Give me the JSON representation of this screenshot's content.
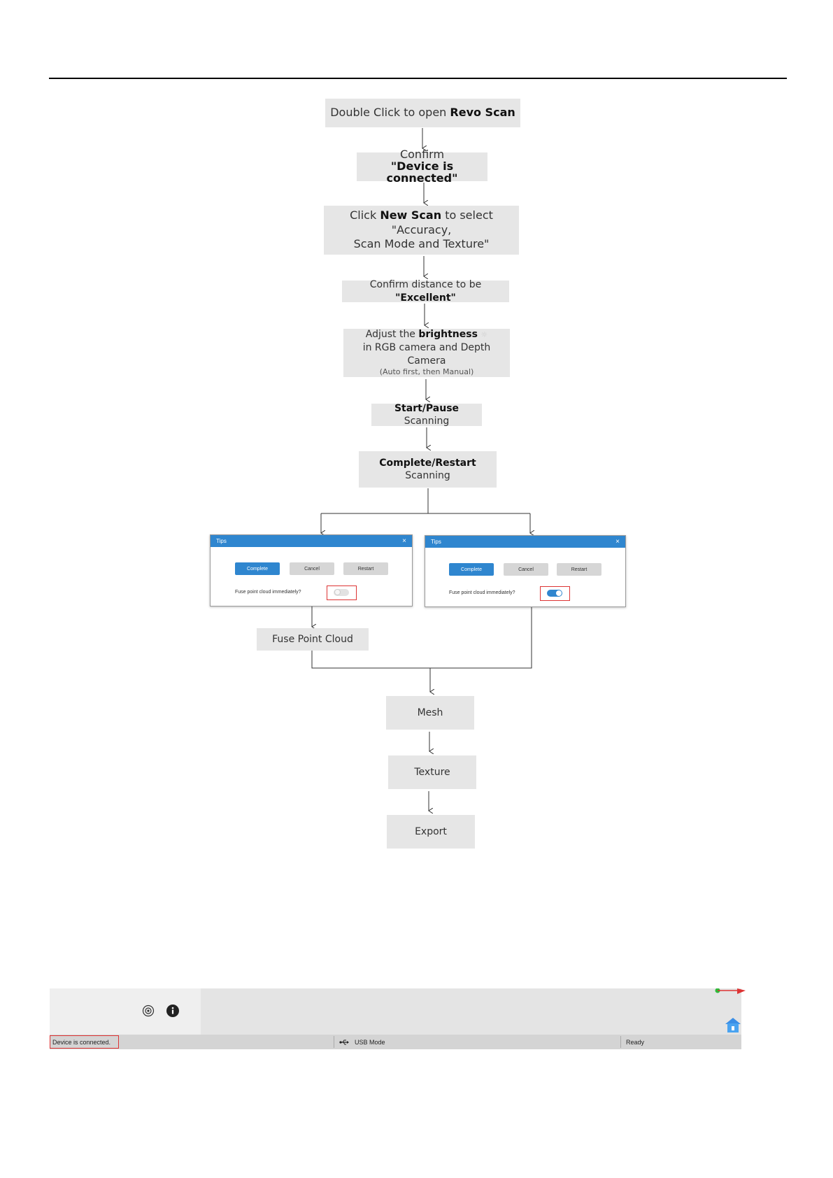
{
  "flow": {
    "open": {
      "text": "Double Click to open ",
      "bold": "Revo Scan"
    },
    "confirm": {
      "line1": "Confirm",
      "line2": "\"Device is connected\""
    },
    "new_scan": {
      "pre": "Click ",
      "bold": "New Scan",
      "post": " to select \"Accuracy,",
      "line2": "Scan Mode and Texture\""
    },
    "distance": {
      "text": "Confirm distance to be ",
      "bold": "\"Excellent\""
    },
    "brightness": {
      "pre": "Adjust the ",
      "bold": "brightness",
      "line2": "in RGB camera and Depth Camera",
      "line3": "(Auto first, then Manual)"
    },
    "start": {
      "bold": "Start/Pause",
      "post": " Scanning"
    },
    "complete": {
      "bold": "Complete/Restart",
      "line2": "Scanning"
    },
    "fuse": "Fuse Point Cloud",
    "mesh": "Mesh",
    "texture": "Texture",
    "export": "Export"
  },
  "dialog": {
    "title": "Tips",
    "close": "×",
    "complete": "Complete",
    "cancel": "Cancel",
    "restart": "Restart",
    "fuse_question": "Fuse point cloud immediately?"
  },
  "toggles": {
    "left_on": false,
    "right_on": true
  },
  "statusbar": {
    "device": "Device is connected.",
    "mode": "USB Mode",
    "status": "Ready"
  },
  "icons": [
    "settings-icon",
    "info-icon",
    "usb-icon",
    "home-icon"
  ],
  "colors": {
    "accent": "#2f86cf",
    "highlight": "#dd3333",
    "box": "#e6e6e6"
  }
}
